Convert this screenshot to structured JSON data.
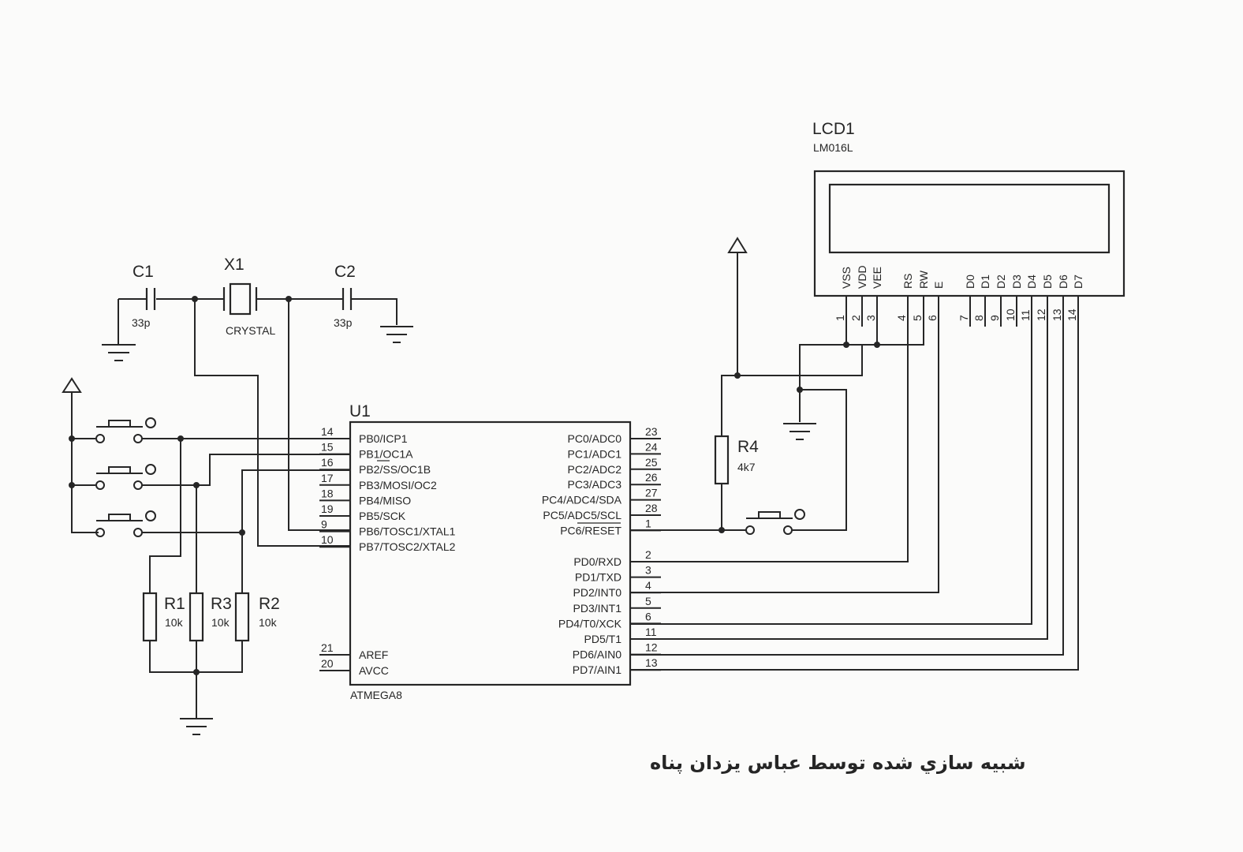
{
  "lcd": {
    "ref": "LCD1",
    "part": "LM016L",
    "pin_names": [
      "VSS",
      "VDD",
      "VEE",
      "RS",
      "RW",
      "E",
      "D0",
      "D1",
      "D2",
      "D3",
      "D4",
      "D5",
      "D6",
      "D7"
    ],
    "pin_numbers": [
      "1",
      "2",
      "3",
      "4",
      "5",
      "6",
      "7",
      "8",
      "9",
      "10",
      "11",
      "12",
      "13",
      "14"
    ]
  },
  "mcu": {
    "ref": "U1",
    "part": "ATMEGA8",
    "left_pins": [
      {
        "num": "14",
        "name": "PB0/ICP1"
      },
      {
        "num": "15",
        "name": "PB1/OC1A"
      },
      {
        "num": "16",
        "name": "PB2/SS/OC1B"
      },
      {
        "num": "17",
        "name": "PB3/MOSI/OC2"
      },
      {
        "num": "18",
        "name": "PB4/MISO"
      },
      {
        "num": "19",
        "name": "PB5/SCK"
      },
      {
        "num": "9",
        "name": "PB6/TOSC1/XTAL1"
      },
      {
        "num": "10",
        "name": "PB7/TOSC2/XTAL2"
      }
    ],
    "left_bottom_pins": [
      {
        "num": "21",
        "name": "AREF"
      },
      {
        "num": "20",
        "name": "AVCC"
      }
    ],
    "right_pins": [
      {
        "num": "23",
        "name": "PC0/ADC0"
      },
      {
        "num": "24",
        "name": "PC1/ADC1"
      },
      {
        "num": "25",
        "name": "PC2/ADC2"
      },
      {
        "num": "26",
        "name": "PC3/ADC3"
      },
      {
        "num": "27",
        "name": "PC4/ADC4/SDA"
      },
      {
        "num": "28",
        "name": "PC5/ADC5/SCL"
      },
      {
        "num": "1",
        "name": "PC6/RESET"
      }
    ],
    "right_pd_pins": [
      {
        "num": "2",
        "name": "PD0/RXD"
      },
      {
        "num": "3",
        "name": "PD1/TXD"
      },
      {
        "num": "4",
        "name": "PD2/INT0"
      },
      {
        "num": "5",
        "name": "PD3/INT1"
      },
      {
        "num": "6",
        "name": "PD4/T0/XCK"
      },
      {
        "num": "11",
        "name": "PD5/T1"
      },
      {
        "num": "12",
        "name": "PD6/AIN0"
      },
      {
        "num": "13",
        "name": "PD7/AIN1"
      }
    ]
  },
  "c1": {
    "ref": "C1",
    "value": "33p"
  },
  "c2": {
    "ref": "C2",
    "value": "33p"
  },
  "x1": {
    "ref": "X1",
    "value": "CRYSTAL"
  },
  "r1": {
    "ref": "R1",
    "value": "10k"
  },
  "r2": {
    "ref": "R2",
    "value": "10k"
  },
  "r3": {
    "ref": "R3",
    "value": "10k"
  },
  "r4": {
    "ref": "R4",
    "value": "4k7"
  },
  "caption": "شبیه سازي شده توسط   عباس یزدان پناه",
  "colors": {
    "ink": "#262626",
    "paper": "#fbfbfa"
  }
}
